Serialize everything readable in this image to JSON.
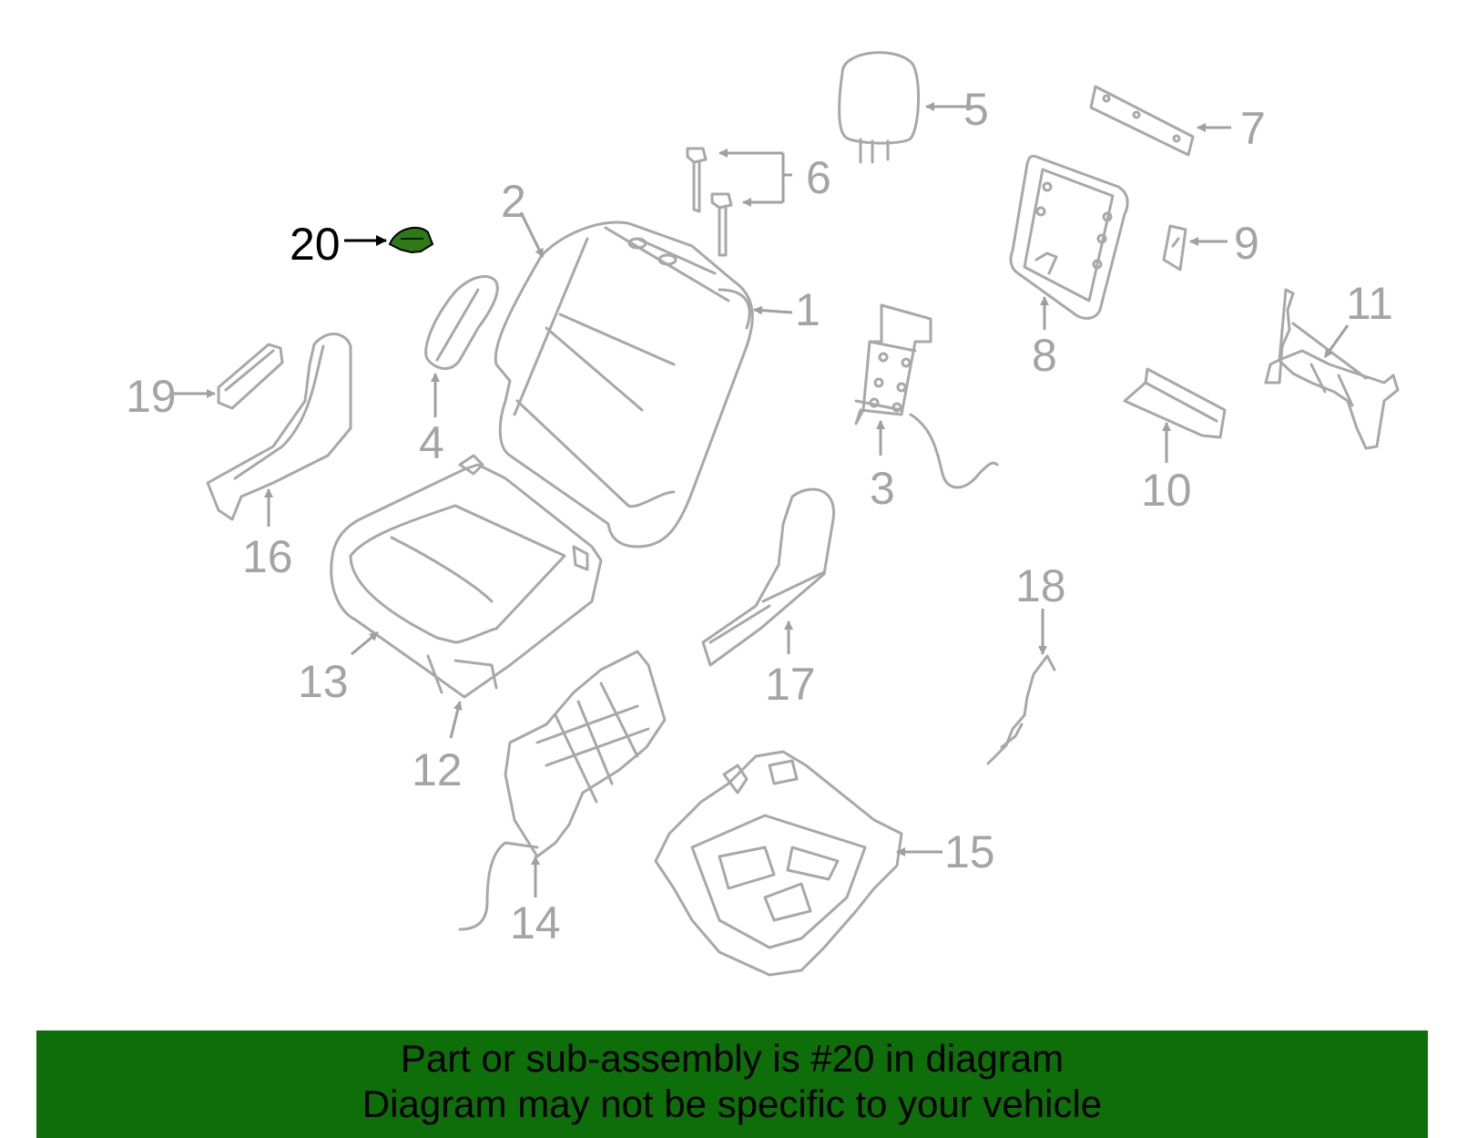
{
  "diagram": {
    "highlight_color": "#2d7a16",
    "highlighted_part": "20",
    "callouts": [
      {
        "num": "1"
      },
      {
        "num": "2"
      },
      {
        "num": "3"
      },
      {
        "num": "4"
      },
      {
        "num": "5"
      },
      {
        "num": "6"
      },
      {
        "num": "7"
      },
      {
        "num": "8"
      },
      {
        "num": "9"
      },
      {
        "num": "10"
      },
      {
        "num": "11"
      },
      {
        "num": "12"
      },
      {
        "num": "13"
      },
      {
        "num": "14"
      },
      {
        "num": "15"
      },
      {
        "num": "16"
      },
      {
        "num": "17"
      },
      {
        "num": "18"
      },
      {
        "num": "19"
      },
      {
        "num": "20"
      }
    ]
  },
  "banner": {
    "background": "#0e6e0a",
    "line1": "Part or sub-assembly is #20 in diagram",
    "line2": "Diagram may not be specific to your vehicle"
  }
}
